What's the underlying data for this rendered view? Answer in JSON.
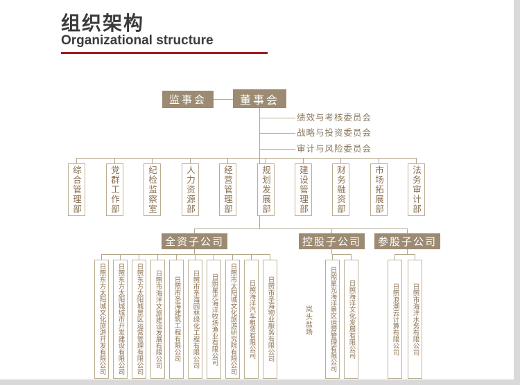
{
  "header": {
    "title_zh": "组织架构",
    "title_en": "Organizational structure"
  },
  "org": {
    "supervisory_board": "监事会",
    "board": "董事会",
    "committees": [
      "绩效与考核委员会",
      "战略与投资委员会",
      "审计与风险委员会"
    ],
    "departments": [
      "综合管理部",
      "党群工作部",
      "纪检监察室",
      "人力资源部",
      "经营管理部",
      "规划发展部",
      "建设管理部",
      "财务融资部",
      "市场拓展部",
      "法务审计部"
    ],
    "groups": [
      {
        "label": "全资子公司",
        "companies": [
          "日照东方太阳城文化旅游开发有限公司",
          "日照东方太阳城城市开发建设有限公司",
          "日照东方太阳城景区运营管理有限公司",
          "日照市海洋文旅建设发展有限公司",
          "日照市圣海建筑工程有限公司",
          "日照市圣海园林绿化工程有限公司",
          "日照星光海洋牧场渔业有限公司",
          "日照市太阳城文化旅游研究院有限公司",
          "日照海洋汽车租赁有限公司",
          "日照市圣海物业服务有限公司",
          "岚头盐场"
        ]
      },
      {
        "label": "控股子公司",
        "companies": [
          "日照星光海洋景区运营管理有限公司",
          "日照海洋文化发展有限公司"
        ]
      },
      {
        "label": "参股子公司",
        "companies": [
          "日照浪潮云计算有限公司",
          "日照市海洋水务有限公司"
        ]
      }
    ],
    "colors": {
      "accent_gold": "#9c8b72",
      "box_border": "#bcae93",
      "box_text": "#8b7152",
      "connector_line": "#b3a78d",
      "underline_red": "#9f1d20",
      "title_text": "#3b3b3b"
    }
  }
}
